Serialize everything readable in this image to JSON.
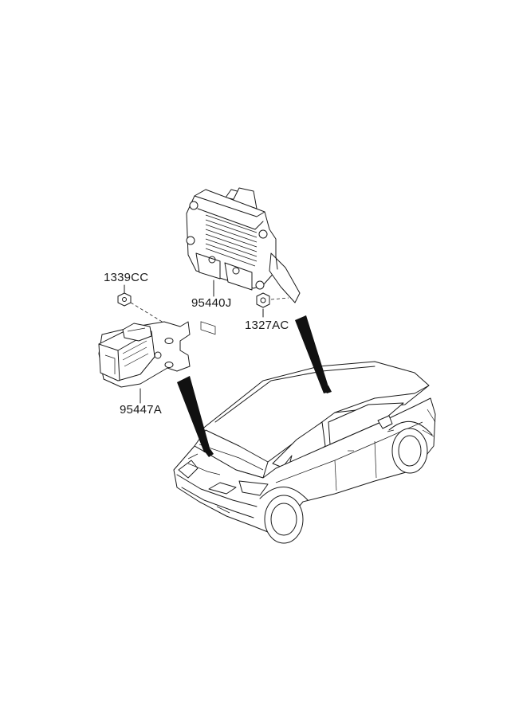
{
  "parts": {
    "bolt_upper_left": {
      "part_number": "1339CC"
    },
    "ecu_module": {
      "part_number": "95440J"
    },
    "nut_right": {
      "part_number": "1327AC"
    },
    "bracket_module": {
      "part_number": "95447A"
    }
  },
  "colors": {
    "line": "#1a1a1a",
    "background": "#ffffff",
    "pointer": "#111111"
  },
  "icons": [
    "ecu-module-drawing",
    "bracket-module-drawing",
    "bolt-icon",
    "nut-icon",
    "suv-vehicle-drawing"
  ]
}
